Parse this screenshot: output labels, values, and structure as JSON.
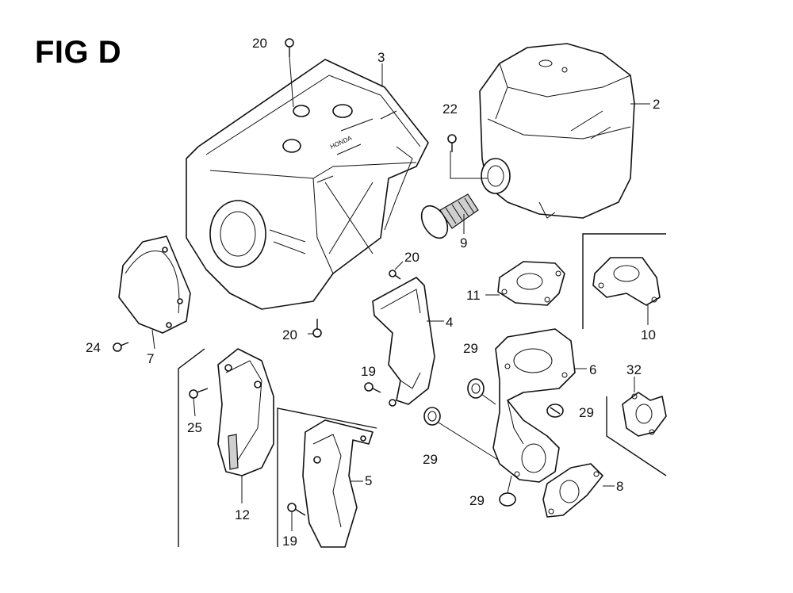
{
  "figure": {
    "title": "FIG D"
  },
  "callouts": [
    {
      "id": "c20a",
      "label": "20"
    },
    {
      "id": "c3",
      "label": "3"
    },
    {
      "id": "c2",
      "label": "2"
    },
    {
      "id": "c22",
      "label": "22"
    },
    {
      "id": "c9",
      "label": "9"
    },
    {
      "id": "c20b",
      "label": "20"
    },
    {
      "id": "c11",
      "label": "11"
    },
    {
      "id": "c10",
      "label": "10"
    },
    {
      "id": "c4",
      "label": "4"
    },
    {
      "id": "c20c",
      "label": "20"
    },
    {
      "id": "c24",
      "label": "24"
    },
    {
      "id": "c7",
      "label": "7"
    },
    {
      "id": "c19a",
      "label": "19"
    },
    {
      "id": "c29a",
      "label": "29"
    },
    {
      "id": "c6",
      "label": "6"
    },
    {
      "id": "c32",
      "label": "32"
    },
    {
      "id": "c29b",
      "label": "29"
    },
    {
      "id": "c25",
      "label": "25"
    },
    {
      "id": "c29c",
      "label": "29"
    },
    {
      "id": "c8",
      "label": "8"
    },
    {
      "id": "c5",
      "label": "5"
    },
    {
      "id": "c29d",
      "label": "29"
    },
    {
      "id": "c12",
      "label": "12"
    },
    {
      "id": "c19b",
      "label": "19"
    }
  ]
}
